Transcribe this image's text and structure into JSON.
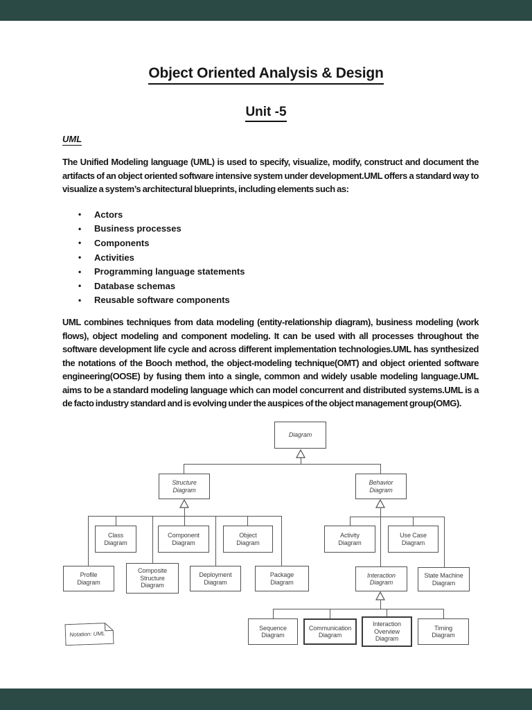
{
  "page": {
    "title": "Object Oriented Analysis & Design",
    "subtitle": "Unit -5",
    "section_heading": "UML",
    "paragraph1": "The Unified Modeling language (UML) is used to specify, visualize, modify, construct and document the artifacts of an object oriented software intensive system under development.UML offers a standard way to visualize a system’s architectural blueprints, including elements such as:",
    "bullet_marker": "•",
    "bullets": [
      "Actors",
      "Business processes",
      "Components",
      "Activities",
      "Programming language statements",
      "Database schemas",
      "Reusable software components"
    ],
    "paragraph2": "UML combines techniques from data modeling (entity-relationship diagram), business modeling (work flows), object modeling and component modeling. It can be used with all processes throughout the software development life cycle and across different implementation technologies.UML has synthesized the notations of the Booch method, the object-modeling technique(OMT) and object oriented software engineering(OOSE) by fusing them into a single, common and widely usable modeling language.UML aims to be a standard modeling language which can model concurrent and distributed systems.UML is a de facto industry standard and is evolving under the auspices of the object management group(OMG).",
    "colors": {
      "letterbox": "#2b4945",
      "page": "#ffffff",
      "line": "#565656"
    }
  },
  "diagram": {
    "nodes": {
      "root": {
        "label": "Diagram"
      },
      "structure": {
        "label": "Structure\nDiagram"
      },
      "behavior": {
        "label": "Behavior\nDiagram"
      },
      "class": {
        "label": "Class\nDiagram"
      },
      "component": {
        "label": "Component\nDiagram"
      },
      "object": {
        "label": "Object\nDiagram"
      },
      "profile": {
        "label": "Profile\nDiagram"
      },
      "composite": {
        "label": "Composite\nStructure\nDiagram"
      },
      "deployment": {
        "label": "Deployment\nDiagram"
      },
      "package": {
        "label": "Package\nDiagram"
      },
      "activity": {
        "label": "Activity\nDiagram"
      },
      "usecase": {
        "label": "Use Case\nDiagram"
      },
      "interaction": {
        "label": "Interaction\nDiagram"
      },
      "statemachine": {
        "label": "State Machine\nDiagram"
      },
      "sequence": {
        "label": "Sequence\nDiagram"
      },
      "communication": {
        "label": "Communication\nDiagram"
      },
      "interactionoverview": {
        "label": "Interaction\nOverview\nDiagram"
      },
      "timing": {
        "label": "Timing\nDiagram"
      }
    },
    "note": {
      "label": "Notation: UML"
    }
  }
}
